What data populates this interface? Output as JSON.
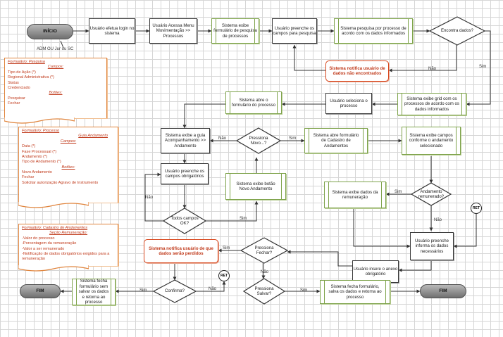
{
  "nodes": {
    "inicio": "INÍCIO",
    "efetua_login": "Usuário efetua login no sistema",
    "acessa_menu": "Usuário Acessa Menu Movimentação >> Processos",
    "exibe_pesquisa": "Sistema exibe formulário de pesquisa de processos",
    "preenche_campos_pesq": "Usuário preenche os campos para pesquisa",
    "pesquisa_processo": "Sistema pesquisa por processo de acordo com os dados informados",
    "encontra_dados": "Encontra dados?",
    "notifica_nao_encontrados": "Sistema notifica usuário de dados não encontrados",
    "exibe_grid": "Sistema exibe grid com os processos de acordo com os dados informados",
    "seleciona_processo": "Usuário seleciona o processo",
    "abre_form_processo": "Sistema abre o formulário do processo",
    "exibe_aba": "Sistema exibe a guia Acompanhamento >> Andamento",
    "pressiona_novo": "Pressiona Novo...?",
    "abre_cadastro": "Sistema abre formulário de Cadastro de Andamentos",
    "exibe_campos_conforme": "Sistema exibe campos conforme o andamento selecionado",
    "preenche_obrigatorios": "Usuário preenche os campos obrigatórios",
    "exibe_botao_novo": "Sistema exibe botão Novo Andamento",
    "todos_campos_ok": "Todos campos OK?",
    "andamento_remunerado": "Andamento remunerado?",
    "exibe_remuneracao": "Sistema exibe dados da remuneração",
    "informa_dados": "Usuário preenche informa os dados necessários",
    "insere_anexo": "Usuário insere o anexo obrigatório",
    "notifica_perdidos": "Sistema notifica usuário de que dados serão perdidos",
    "pressiona_fechar": "Pressiona Fechar?",
    "confirma": "Confirma?",
    "pressiona_salvar": "Pressiona Salvar?",
    "fecha_sem_salvar": "Sistema fecha formulário sem salvar os dados e retorna ao processo",
    "fecha_salvando": "Sistema fecha formulário, salva os dados e retorna ao processo",
    "fim_left": "FIM",
    "fim_right": "FIM",
    "ret_top": "RET",
    "ret_bottom": "RET"
  },
  "labels": {
    "adm": "ADM OU Jur ou SC",
    "nao": "Não",
    "sim": "Sim"
  },
  "docs": {
    "pesquisa": {
      "title": "Formulário: Pesquisa",
      "campos": "Campos:",
      "items": [
        "Tipo de Ação (*)",
        "Regional Administrativa (*)",
        "Status",
        "Credenciado"
      ],
      "botoes": "Botões:",
      "buttons": [
        "Pesquisar",
        "Fechar"
      ]
    },
    "processo": {
      "title": "Formulário: Processo",
      "guia": "Guia Andamento",
      "campos": "Campos:",
      "items": [
        "Data (*)",
        "Fase Processual (*)",
        "Andamento (*)",
        "Tipo de Andamento (*)"
      ],
      "botoes": "Botões:",
      "buttons": [
        "Novo Andamento",
        "Fechar",
        "Solicitar autorização Agravo de Instrumento"
      ]
    },
    "cadastro": {
      "title": "Formulário: Cadastro de Andamentos",
      "secao": "Seção Remuneração:",
      "items": [
        "-Valor do processo",
        "-Porcentagem da remuneração",
        "-Valor a ser remunerado",
        "-Notificação de dados obrigatórios exigidos para a remuneração"
      ]
    }
  },
  "colors": {
    "dark_border": "#3a3a3a",
    "green_border": "#7ea34b",
    "alert_red": "#d8451a",
    "doc_orange": "#e0843c"
  }
}
